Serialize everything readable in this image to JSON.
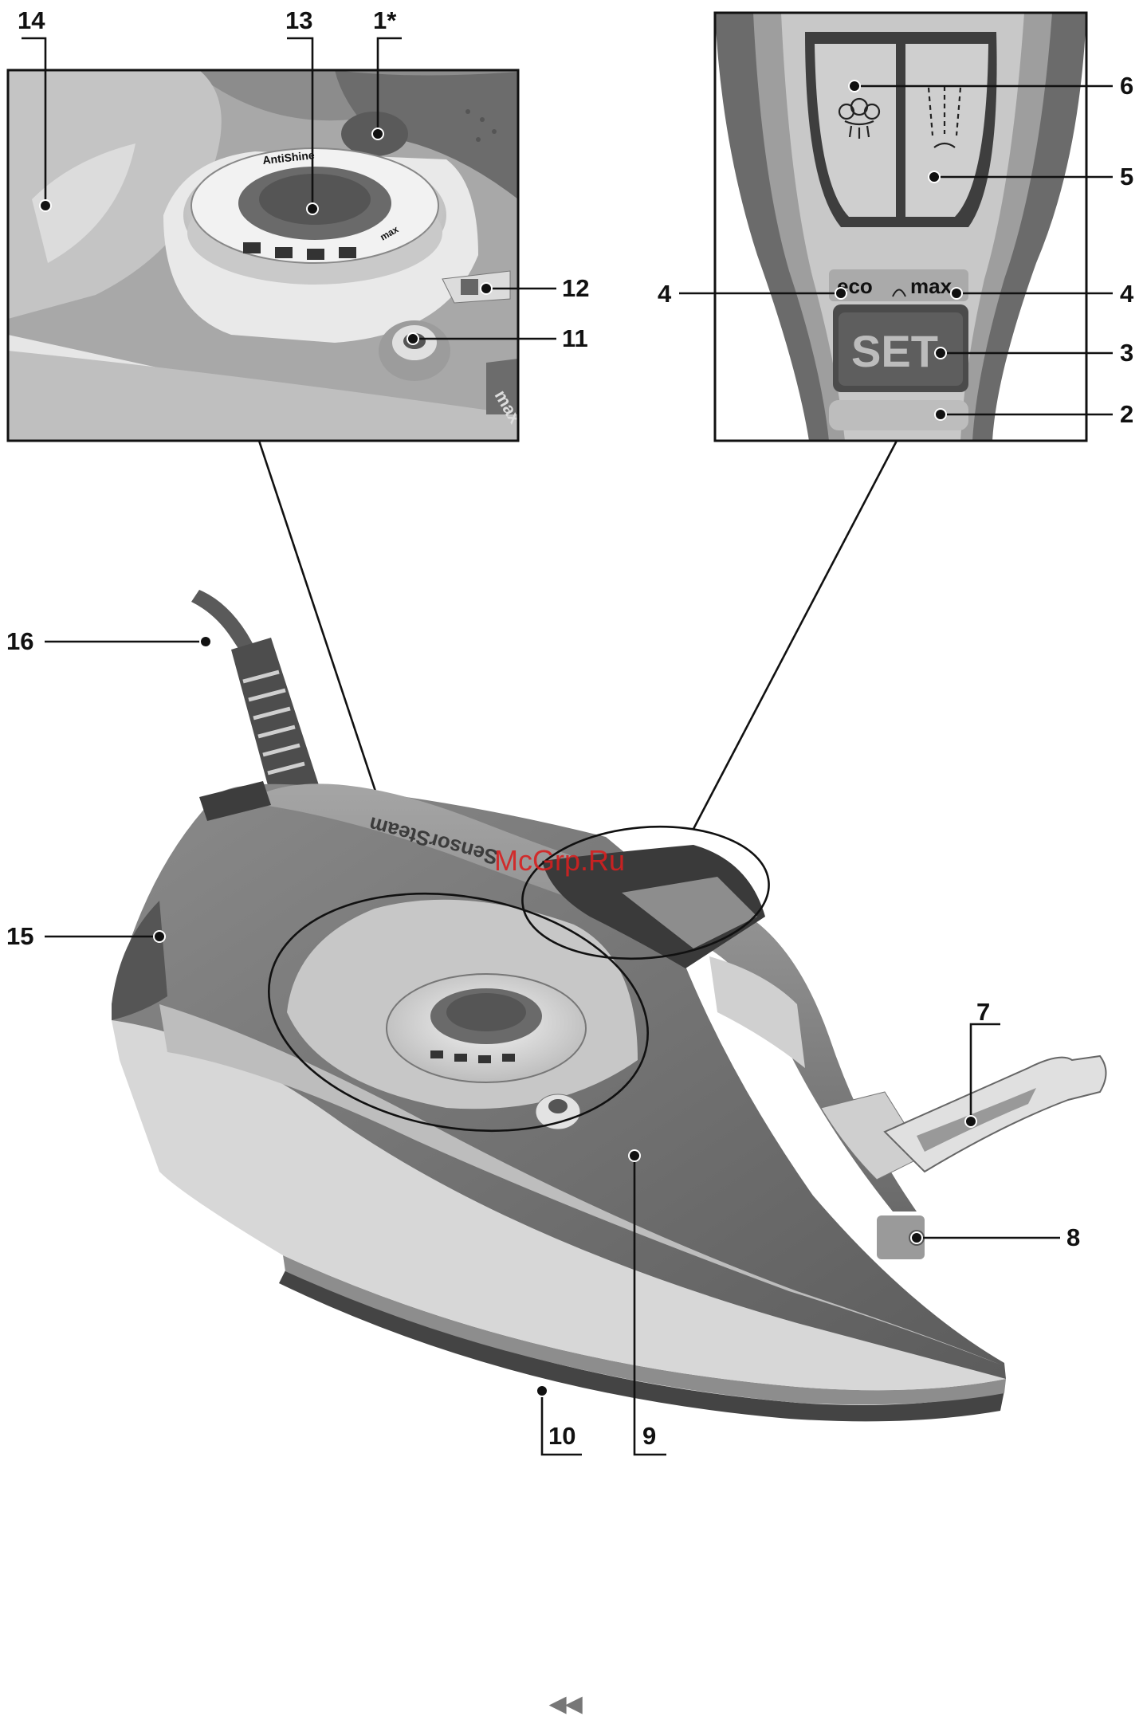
{
  "labels": {
    "c1": "1*",
    "c2": "2",
    "c3": "3",
    "c4a": "4",
    "c4b": "4",
    "c5": "5",
    "c6": "6",
    "c7": "7",
    "c8": "8",
    "c9": "9",
    "c10": "10",
    "c11": "11",
    "c12": "12",
    "c13": "13",
    "c14": "14",
    "c15": "15",
    "c16": "16"
  },
  "panel_text": {
    "eco": "eco",
    "max": "max",
    "set": "SET"
  },
  "dial_text": {
    "antishine": "AntiShine",
    "max": "max"
  },
  "brand_text": "SensorSteam",
  "watermark": "McGrp.Ru",
  "page_marker": "◂◂",
  "colors": {
    "body_dark": "#6e6e6e",
    "body_mid": "#9a9a9a",
    "body_light": "#cfcfcf",
    "soleplate": "#7a7a7a",
    "watermark": "#d62020"
  }
}
